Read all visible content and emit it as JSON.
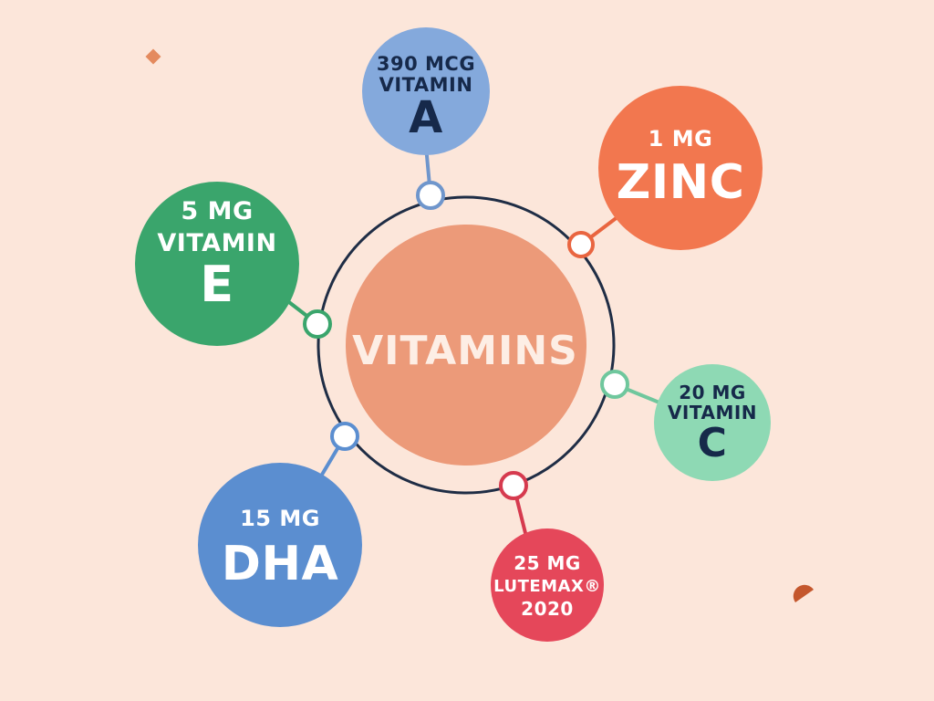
{
  "colors": {
    "background": "#fce6da",
    "hub_ring": "#1f2d45",
    "hub_fill": "#ec9a79",
    "hub_text": "#fdeee5",
    "deco_diamond": "#e48a5e",
    "deco_half": "#c4572d"
  },
  "center": {
    "label": "VITAMINS"
  },
  "nutrients": [
    {
      "id": "vitamin-a",
      "amount": "390 MCG",
      "name": "VITAMIN",
      "big": "A",
      "fill": "#84a9dc",
      "stroke": "#6f96cc",
      "text": "#16294a"
    },
    {
      "id": "zinc",
      "amount": "1 MG",
      "name": "",
      "big": "ZINC",
      "fill": "#f2774f",
      "stroke": "#e96540",
      "text": "#ffffff"
    },
    {
      "id": "vitamin-c",
      "amount": "20 MG",
      "name": "VITAMIN",
      "big": "C",
      "fill": "#8ed9b4",
      "stroke": "#6fc79d",
      "text": "#16294a"
    },
    {
      "id": "lutemax",
      "amount": "25 MG",
      "name": "LUTEMAX®",
      "big": "2020",
      "fill": "#e5475a",
      "stroke": "#d63a4e",
      "text": "#ffffff"
    },
    {
      "id": "dha",
      "amount": "15 MG",
      "name": "",
      "big": "DHA",
      "fill": "#5b8ed0",
      "stroke": "#5b8ed0",
      "text": "#ffffff"
    },
    {
      "id": "vitamin-e",
      "amount": "5 MG",
      "name": "VITAMIN",
      "big": "E",
      "fill": "#3aa56c",
      "stroke": "#3aa56c",
      "text": "#ffffff"
    }
  ]
}
